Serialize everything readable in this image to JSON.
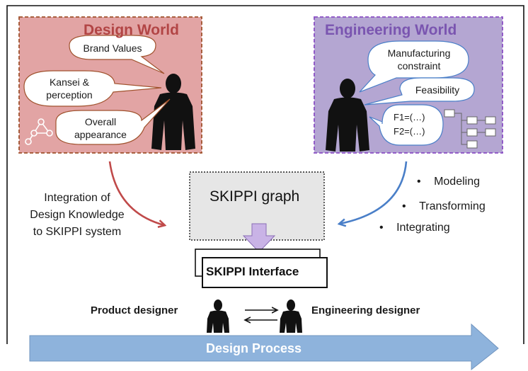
{
  "design_world": {
    "title": "Design World",
    "bubbles": [
      "Brand Values",
      "Kansei & perception",
      "Overall appearance"
    ]
  },
  "engineering_world": {
    "title": "Engineering World",
    "bubbles": [
      "Manufacturing constraint",
      "Feasibility"
    ],
    "formulas": [
      "F1=(…)",
      "F2=(…)"
    ]
  },
  "center": {
    "graph_label": "SKIPPI graph",
    "interface_label": "SKIPPI Interface"
  },
  "left_caption": [
    "Integration of",
    "Design Knowledge",
    "to SKIPPI system"
  ],
  "right_bullets": [
    "Modeling",
    "Transforming",
    "Integrating"
  ],
  "bullet_char": "•",
  "designers": {
    "product": "Product designer",
    "engineering": "Engineering designer"
  },
  "process_label": "Design Process",
  "colors": {
    "design_fill": "#e2a4a4",
    "design_border": "#a0522d",
    "design_title": "#b24545",
    "engineering_fill": "#b4a6d2",
    "engineering_border": "#8a4fc4",
    "engineering_title": "#7a55b0",
    "red_arrow": "#c04a4a",
    "blue_arrow": "#4a7fc8",
    "process_fill": "#8eb3dc",
    "graph_fill": "#e6e6e6",
    "down_arrow": "#c9b3e6"
  }
}
